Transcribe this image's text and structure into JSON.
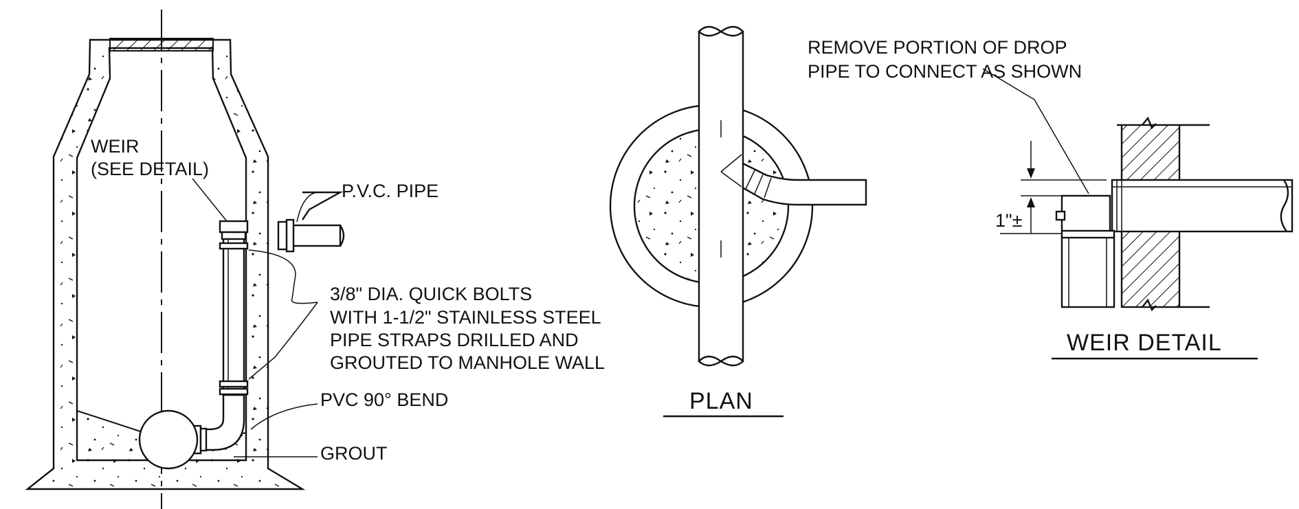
{
  "labels": {
    "weir_line1": "WEIR",
    "weir_line2": "(SEE DETAIL)",
    "pvc_pipe": "P.V.C. PIPE",
    "bolts_line1": "3/8\" DIA. QUICK BOLTS",
    "bolts_line2": "WITH 1-1/2\" STAINLESS STEEL",
    "bolts_line3": "PIPE STRAPS DRILLED AND",
    "bolts_line4": "GROUTED TO MANHOLE WALL",
    "pvc_bend": "PVC 90° BEND",
    "grout": "GROUT",
    "remove_line1": "REMOVE PORTION OF DROP",
    "remove_line2": "PIPE TO CONNECT AS SHOWN",
    "dimension": "1\"±"
  },
  "titles": {
    "plan": "PLAN",
    "weir_detail": "WEIR DETAIL"
  }
}
